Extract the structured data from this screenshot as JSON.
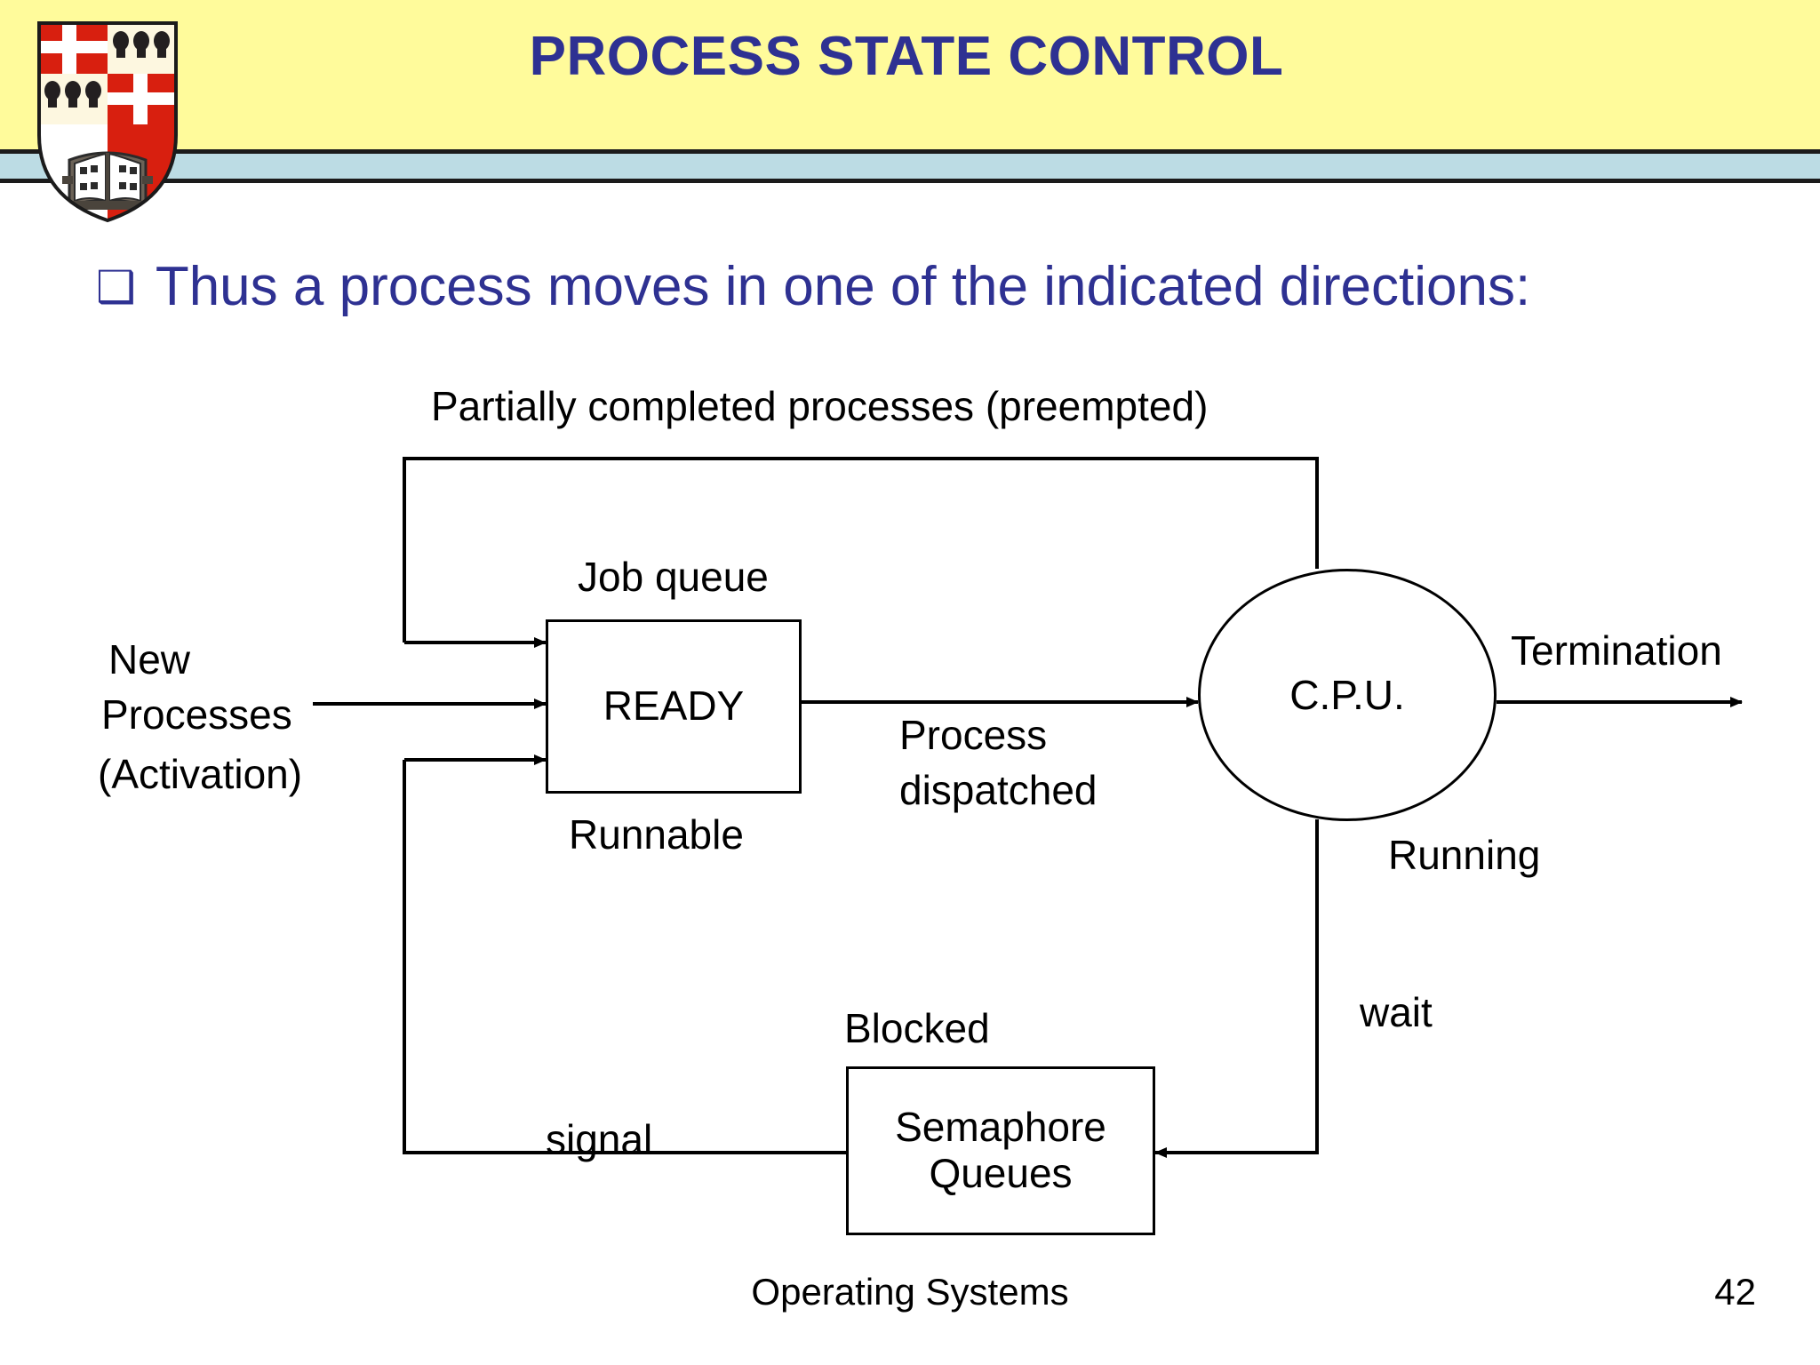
{
  "slide": {
    "title": "PROCESS STATE CONTROL",
    "title_color": "#2e3192",
    "header_bg": "#fffb9b",
    "stripe_color": "#bcdce4",
    "bullet_mark": "❑",
    "bullet_text": "Thus a process moves in one of the indicated directions:",
    "footer": "Operating Systems",
    "page_number": "42"
  },
  "diagram": {
    "labels": {
      "preempted": "Partially completed processes (preempted)",
      "job_queue": "Job queue",
      "runnable": "Runnable",
      "new_processes_l1": "New",
      "new_processes_l2": "Processes",
      "new_processes_l3": "(Activation)",
      "process_dispatched_l1": "Process",
      "process_dispatched_l2": "dispatched",
      "termination": "Termination",
      "running": "Running",
      "wait": "wait",
      "blocked": "Blocked",
      "signal": "signal"
    },
    "nodes": {
      "ready": "READY",
      "cpu": "C.P.U.",
      "semaphore_l1": "Semaphore",
      "semaphore_l2": "Queues"
    }
  }
}
